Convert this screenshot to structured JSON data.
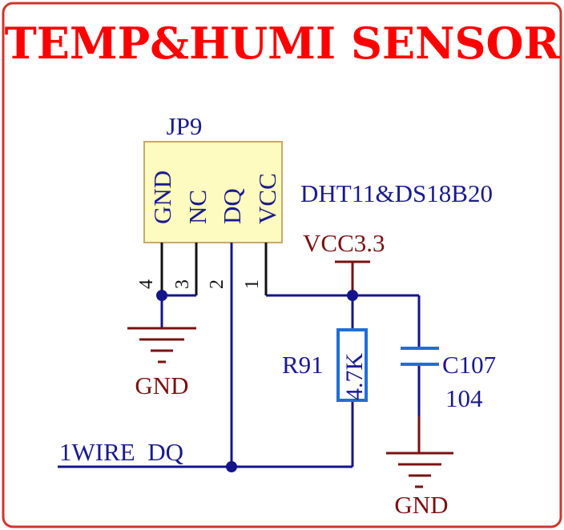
{
  "title": "TEMP&HUMI SENSOR",
  "connector": {
    "designator": "JP9",
    "part": "DHT11&DS18B20",
    "pins": [
      {
        "name": "GND",
        "number": "4"
      },
      {
        "name": "NC",
        "number": "3"
      },
      {
        "name": "DQ",
        "number": "2"
      },
      {
        "name": "VCC",
        "number": "1"
      }
    ]
  },
  "power": {
    "label": "VCC3.3"
  },
  "resistor": {
    "designator": "R91",
    "value": "4.7K"
  },
  "capacitor": {
    "designator": "C107",
    "value": "104"
  },
  "net": {
    "label": "1WIRE  DQ"
  },
  "ground_labels": {
    "left": "GND",
    "right": "GND"
  },
  "colors": {
    "frame": "#d2352b",
    "title": "#ff0000",
    "wire": "#14148c",
    "component": "#1f6fd6",
    "ground": "#7a1010",
    "connector_fill": "#fdfbbf",
    "connector_stroke": "#c9a86a"
  }
}
